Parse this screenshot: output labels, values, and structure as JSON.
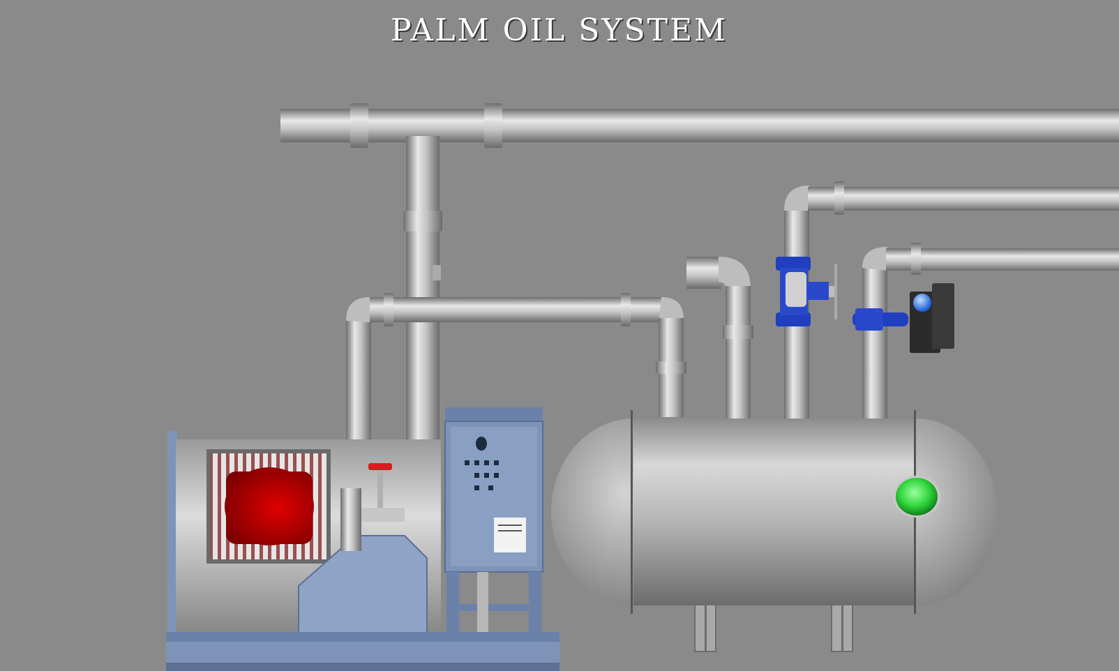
{
  "title": "PALM OIL SYSTEM",
  "colors": {
    "background": "#8a8a8a",
    "pipe": "#b8b8b8",
    "valve": "#1f3fbf",
    "heater_core": "#c00000",
    "control_panel": "#7e93b8",
    "level_indicator": "#3fe24a"
  },
  "icons": {
    "tank": "horizontal-storage-tank",
    "heater": "boiler-heater",
    "pump": "oil-pump",
    "panel": "control-cabinet",
    "valve_1": "gate-valve",
    "valve_2": "butterfly-valve-actuator",
    "indicator": "level-indicator-light"
  }
}
